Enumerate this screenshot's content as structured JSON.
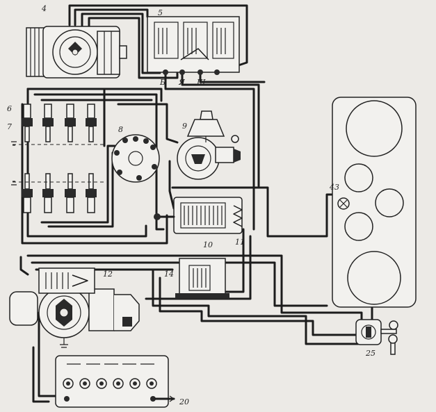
{
  "labels": {
    "generator": "4",
    "regulator_relay": "5",
    "terminal_b": "Б",
    "terminal_ya": "Я",
    "terminal_sh": "Ш",
    "spark_plug_wire": "6",
    "spark_plug": "7",
    "distributor_cap": "8",
    "distributor": "9",
    "ignition_coil": "10",
    "resistor": "11",
    "starter_relay": "12",
    "auxiliary_relay": "14",
    "ignition_switch": "25",
    "lamp": "43",
    "fuse_box": "20"
  }
}
